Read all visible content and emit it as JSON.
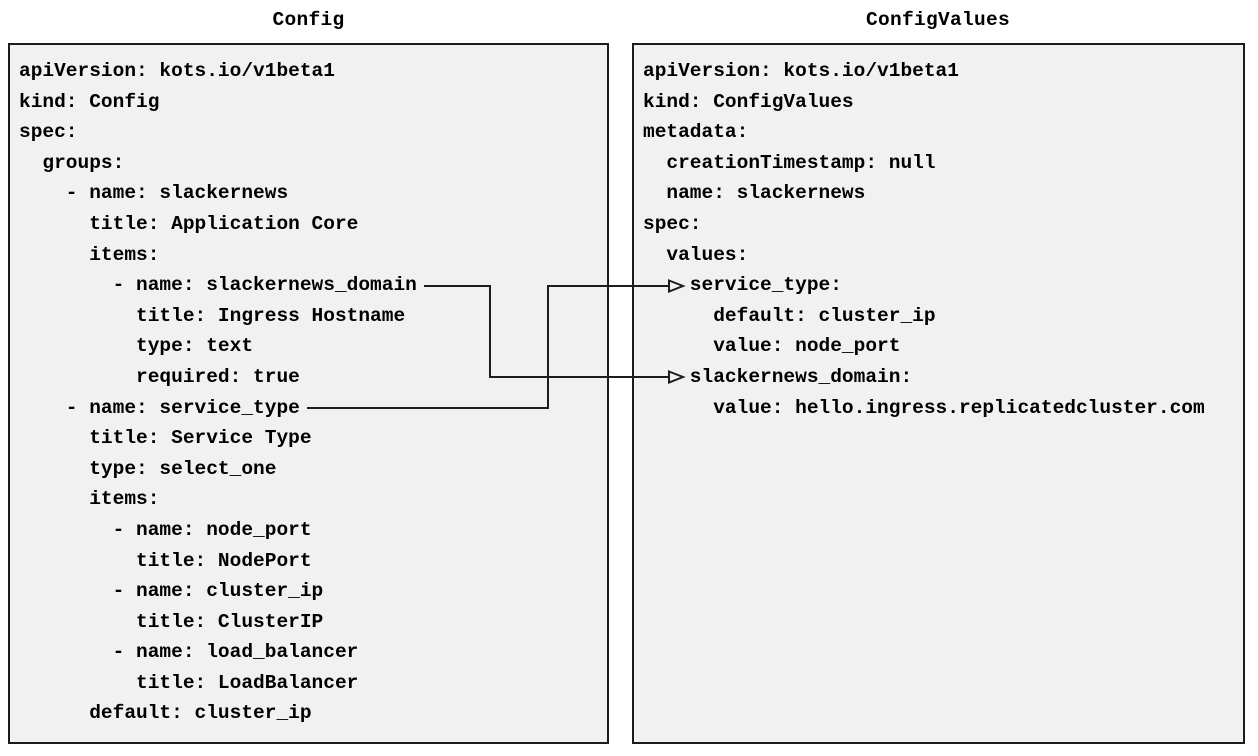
{
  "panels": {
    "config": {
      "title": "Config",
      "code_lines": [
        "apiVersion: kots.io/v1beta1",
        "kind: Config",
        "spec:",
        "  groups:",
        "    - name: slackernews",
        "      title: Application Core",
        "      items:",
        "        - name: slackernews_domain",
        "          title: Ingress Hostname",
        "          type: text",
        "          required: true",
        "    - name: service_type",
        "      title: Service Type",
        "      type: select_one",
        "      items:",
        "        - name: node_port",
        "          title: NodePort",
        "        - name: cluster_ip",
        "          title: ClusterIP",
        "        - name: load_balancer",
        "          title: LoadBalancer",
        "      default: cluster_ip"
      ]
    },
    "config_values": {
      "title": "ConfigValues",
      "code_lines": [
        "apiVersion: kots.io/v1beta1",
        "kind: ConfigValues",
        "metadata:",
        "  creationTimestamp: null",
        "  name: slackernews",
        "spec:",
        "  values:",
        "    service_type:",
        "      default: cluster_ip",
        "      value: node_port",
        "    slackernews_domain:",
        "      value: hello.ingress.replicatedcluster.com"
      ]
    }
  },
  "connections": [
    {
      "from": "slackernews_domain",
      "to": "slackernews_domain"
    },
    {
      "from": "service_type",
      "to": "service_type"
    }
  ],
  "colors": {
    "panel_background": "#f1f1f1",
    "panel_border": "#1c1c1c",
    "text": "#000000",
    "connector": "#1c1c1c"
  }
}
